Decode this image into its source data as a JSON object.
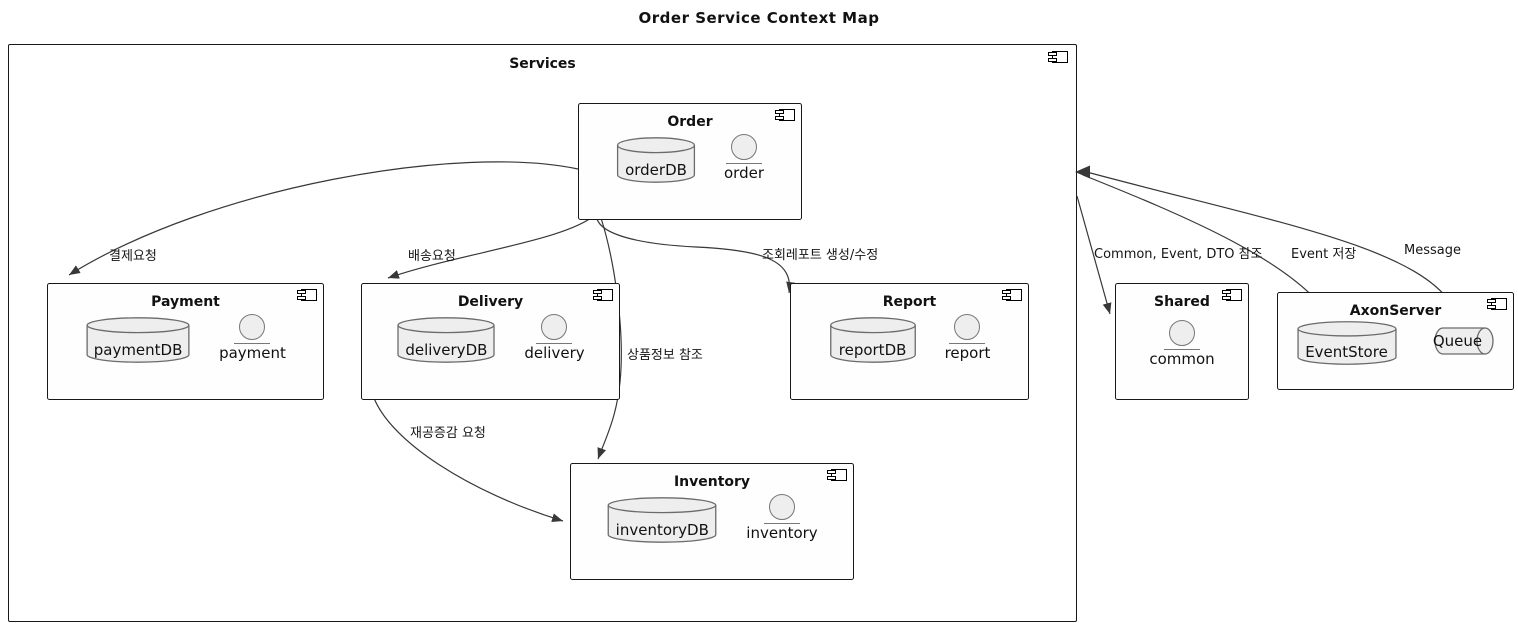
{
  "title": "Order Service Context Map",
  "frame": {
    "title": "Services"
  },
  "components": {
    "order": {
      "title": "Order",
      "db": "orderDB",
      "entity": "order"
    },
    "payment": {
      "title": "Payment",
      "db": "paymentDB",
      "entity": "payment"
    },
    "delivery": {
      "title": "Delivery",
      "db": "deliveryDB",
      "entity": "delivery"
    },
    "report": {
      "title": "Report",
      "db": "reportDB",
      "entity": "report"
    },
    "inventory": {
      "title": "Inventory",
      "db": "inventoryDB",
      "entity": "inventory"
    },
    "shared": {
      "title": "Shared",
      "entity": "common"
    },
    "axonserver": {
      "title": "AxonServer",
      "db": "EventStore",
      "queue": "Queue"
    }
  },
  "edges": {
    "order_payment": "결제요청",
    "order_delivery": "배송요청",
    "order_report": "조회레포트 생성/수정",
    "order_inventory": "상품정보 참조",
    "delivery_inventory": "재공증감 요청",
    "services_shared": "Common, Event, DTO 참조",
    "services_eventstore": "Event 저장",
    "services_queue": "Message"
  },
  "colors": {
    "background": "#FFFFFF",
    "box_fill": "#FEFEFE",
    "box_border": "#181818",
    "shape_fill": "#EEEEEE",
    "shape_border": "#6B6B6B",
    "arrow": "#383838"
  }
}
